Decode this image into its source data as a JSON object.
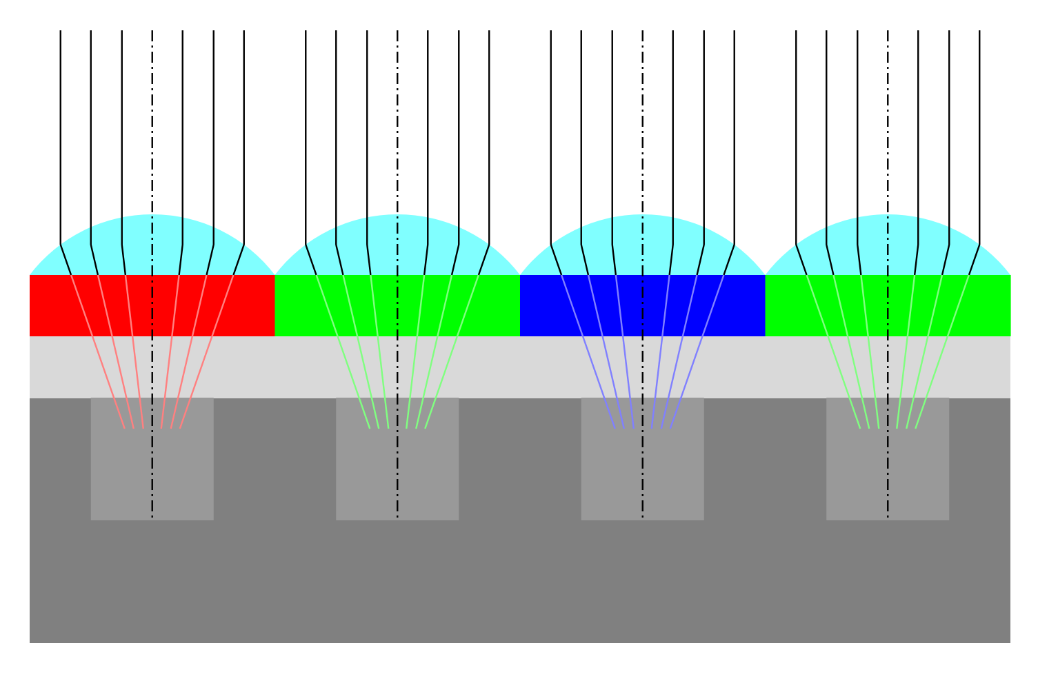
{
  "colors": {
    "background": "#ffffff",
    "microlens": "#80ffff",
    "spacer": "#d9d9d9",
    "substrate": "#808080",
    "photodiode": "#999999",
    "ray": "#000000",
    "axis": "#000000"
  },
  "pixels": [
    {
      "filter": "red",
      "filter_color": "#ff0000",
      "ray_color": "#ff8080"
    },
    {
      "filter": "green",
      "filter_color": "#00ff00",
      "ray_color": "#80ff80"
    },
    {
      "filter": "blue",
      "filter_color": "#0000ff",
      "ray_color": "#8080ff"
    },
    {
      "filter": "green",
      "filter_color": "#00ff00",
      "ray_color": "#80ff80"
    }
  ]
}
